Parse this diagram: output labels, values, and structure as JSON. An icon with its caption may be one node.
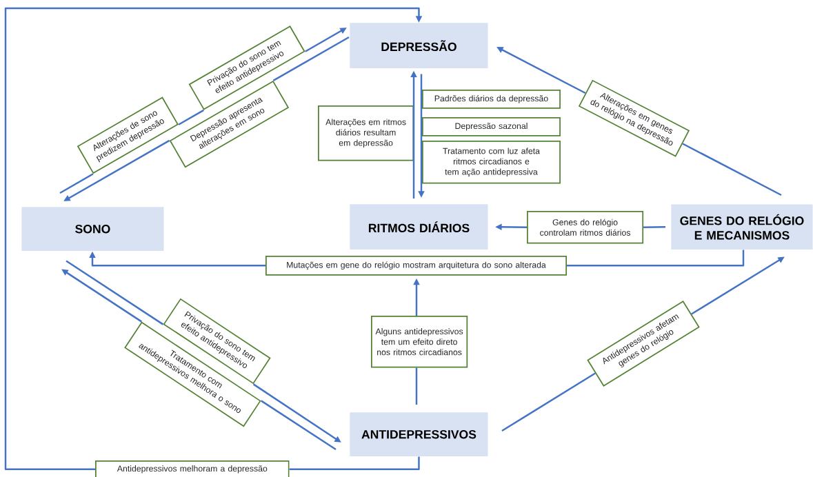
{
  "diagram": {
    "nodes": [
      {
        "text": [
          "DEPRESSÃO"
        ]
      },
      {
        "text": [
          "SONO"
        ]
      },
      {
        "text": [
          "RITMOS DIÁRIOS"
        ]
      },
      {
        "text": [
          "GENES DO RELÓGIO E MECANISMOS"
        ]
      },
      {
        "text": [
          "ANTIDEPRESSIVOS"
        ]
      },
      {
        "text": [
          "Privação do sono tem efeito antidepressivo"
        ]
      },
      {
        "text": [
          "Alterações de sono predizem depressão"
        ]
      },
      {
        "text": [
          "Depressão apresenta alterações em sono"
        ]
      },
      {
        "text": [
          "Alterações em ritmos diários resultam em depressão"
        ]
      },
      {
        "text": [
          "Padrões diários da depressão"
        ]
      },
      {
        "text": [
          "Depressão sazonal"
        ]
      },
      {
        "text": [
          "Tratamento com luz afeta ritmos circadianos e tem ação antidepressiva"
        ]
      },
      {
        "text": [
          "Alterações em genes do relógio na depressão"
        ]
      },
      {
        "text": [
          "Genes do relógio controlam ritmos diários"
        ]
      },
      {
        "text": [
          "Mutações em gene do relógio mostram arquitetura do sono alterada"
        ]
      },
      {
        "text": [
          "Alguns antidepressivos tem um efeito direto nos ritmos circadianos"
        ]
      },
      {
        "text": [
          "Privação do sono tem efeito antidepressivo"
        ]
      },
      {
        "text": [
          "Tratamento com antidepressivos melhora o sono"
        ]
      },
      {
        "text": [
          "Antidepressivos afetam genes do relógio"
        ]
      },
      {
        "text": [
          "Antidepressivos melhoram a depressão"
        ]
      }
    ],
    "edges": [
      {
        "from": 1,
        "to": 6,
        "arrow": "none"
      },
      {
        "from": 6,
        "to": 5,
        "arrow": "none"
      },
      {
        "from": 5,
        "to": 0,
        "arrow": "to"
      },
      {
        "from": 0,
        "to": 7,
        "arrow": "none"
      },
      {
        "from": 7,
        "to": 1,
        "arrow": "to"
      },
      {
        "from": 2,
        "to": 0,
        "arrow": "to"
      },
      {
        "from": 0,
        "to": 2,
        "arrow": "to"
      },
      {
        "from": 3,
        "to": 13,
        "arrow": "none"
      },
      {
        "from": 13,
        "to": 2,
        "arrow": "to"
      },
      {
        "from": 3,
        "to": 12,
        "arrow": "none"
      },
      {
        "from": 12,
        "to": 0,
        "arrow": "to"
      },
      {
        "from": 3,
        "to": 14,
        "arrow": "none"
      },
      {
        "from": 14,
        "to": 1,
        "arrow": "to"
      },
      {
        "from": 4,
        "to": 15,
        "arrow": "none"
      },
      {
        "from": 15,
        "to": 14,
        "arrow": "to"
      },
      {
        "from": 1,
        "to": 16,
        "arrow": "none"
      },
      {
        "from": 16,
        "to": 4,
        "arrow": "to"
      },
      {
        "from": 4,
        "to": 17,
        "arrow": "none"
      },
      {
        "from": 17,
        "to": 1,
        "arrow": "to"
      },
      {
        "from": 4,
        "to": 18,
        "arrow": "none"
      },
      {
        "from": 18,
        "to": 3,
        "arrow": "to"
      },
      {
        "from": 4,
        "to": 19,
        "arrow": "none"
      },
      {
        "from": 19,
        "to": 0,
        "arrow": "to"
      }
    ]
  }
}
